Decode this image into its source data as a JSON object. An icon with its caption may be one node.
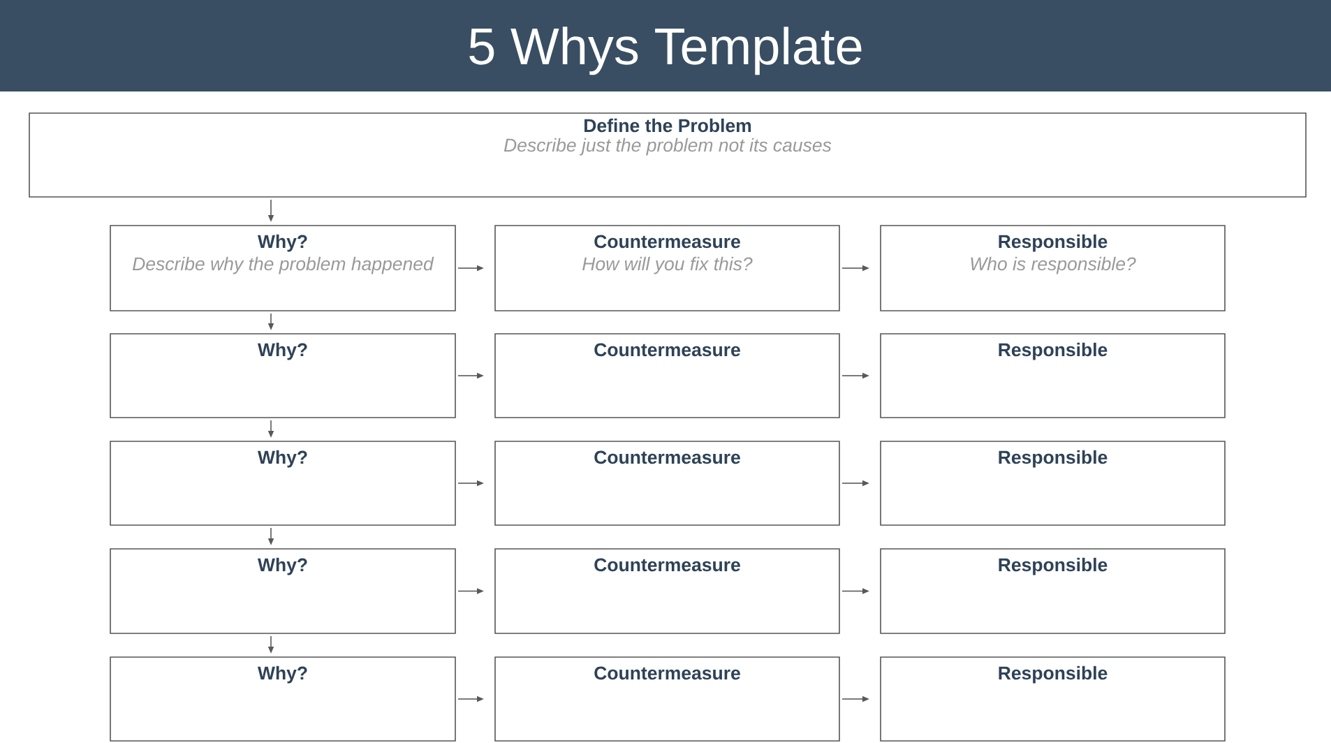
{
  "diagram": {
    "title": "5 Whys Template",
    "nodes": [
      {
        "text": [
          "Define the Problem",
          "Describe just the problem not its causes"
        ]
      },
      {
        "text": [
          "Why?",
          "Describe why the problem happened"
        ]
      },
      {
        "text": [
          "Countermeasure",
          "How will you fix this?"
        ]
      },
      {
        "text": [
          "Responsible",
          "Who is responsible?"
        ]
      },
      {
        "text": [
          "Why?"
        ]
      },
      {
        "text": [
          "Countermeasure"
        ]
      },
      {
        "text": [
          "Responsible"
        ]
      },
      {
        "text": [
          "Why?"
        ]
      },
      {
        "text": [
          "Countermeasure"
        ]
      },
      {
        "text": [
          "Responsible"
        ]
      },
      {
        "text": [
          "Why?"
        ]
      },
      {
        "text": [
          "Countermeasure"
        ]
      },
      {
        "text": [
          "Responsible"
        ]
      },
      {
        "text": [
          "Why?"
        ]
      },
      {
        "text": [
          "Countermeasure"
        ]
      },
      {
        "text": [
          "Responsible"
        ]
      }
    ],
    "edges": [
      {
        "from": 0,
        "to": 1,
        "arrow": "to"
      },
      {
        "from": 1,
        "to": 2,
        "arrow": "to"
      },
      {
        "from": 2,
        "to": 3,
        "arrow": "to"
      },
      {
        "from": 1,
        "to": 4,
        "arrow": "to"
      },
      {
        "from": 4,
        "to": 5,
        "arrow": "to"
      },
      {
        "from": 5,
        "to": 6,
        "arrow": "to"
      },
      {
        "from": 4,
        "to": 7,
        "arrow": "to"
      },
      {
        "from": 7,
        "to": 8,
        "arrow": "to"
      },
      {
        "from": 8,
        "to": 9,
        "arrow": "to"
      },
      {
        "from": 7,
        "to": 10,
        "arrow": "to"
      },
      {
        "from": 10,
        "to": 11,
        "arrow": "to"
      },
      {
        "from": 11,
        "to": 12,
        "arrow": "to"
      },
      {
        "from": 10,
        "to": 13,
        "arrow": "to"
      },
      {
        "from": 13,
        "to": 14,
        "arrow": "to"
      },
      {
        "from": 14,
        "to": 15,
        "arrow": "to"
      }
    ]
  }
}
